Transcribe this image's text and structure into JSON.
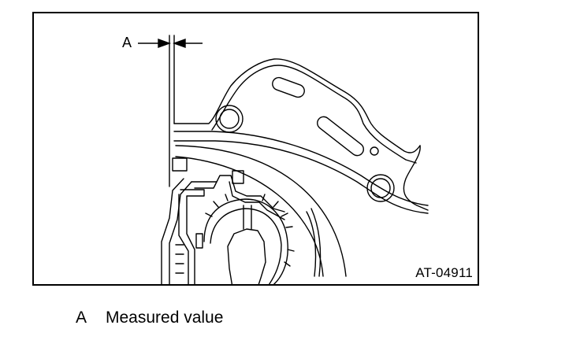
{
  "figure": {
    "id": "AT-04911",
    "callout": "A"
  },
  "legend": {
    "items": [
      {
        "key": "A",
        "text": "Measured value"
      }
    ]
  }
}
